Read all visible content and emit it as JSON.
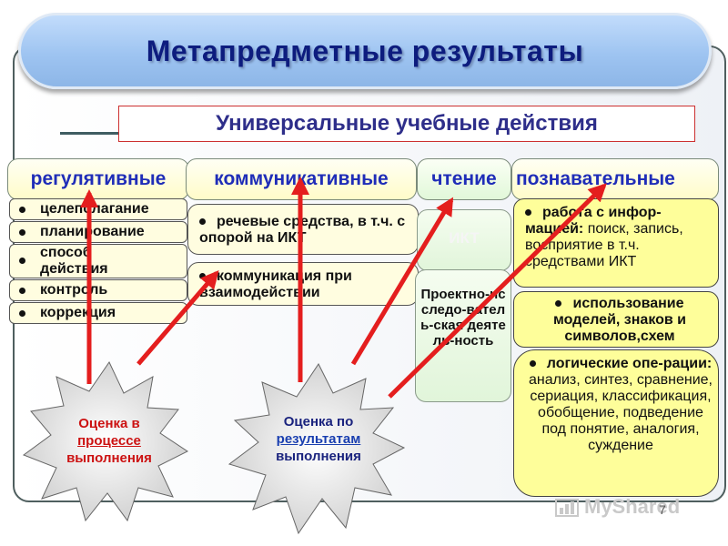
{
  "title": "Метапредметные результаты",
  "subtitle": "Универсальные учебные действия",
  "columns": {
    "regulative": {
      "header": "регулятивные",
      "items": [
        "целеполагание",
        "планирование",
        "способ действия",
        "контроль",
        "коррекция"
      ]
    },
    "communicative": {
      "header": "коммуникативные",
      "items": [
        "речевые средства, в т.ч. с опорой на ИКТ",
        "коммуникация при взаимодействии"
      ]
    },
    "reading": {
      "header": "чтение",
      "ikt": "ИКТ",
      "project": "Проектно-исследо-ватель-ская деятель-ность"
    },
    "cognitive": {
      "header": "познавательные",
      "items": [
        {
          "bold": "работа с инфор-мацией:",
          "rest": " поиск, запись, восприятие в т.ч. средствами ИКТ"
        },
        {
          "bold": "использование моделей, знаков и символов,схем",
          "rest": ""
        },
        {
          "bold": "логические опе-рации:",
          "rest": " анализ, синтез, сравнение, сериация, классификация, обобщение, подведение под понятие, аналогия, суждение"
        }
      ]
    }
  },
  "stars": {
    "process": {
      "line1": "Оценка в",
      "line2": "процессе",
      "line3": "выполнения"
    },
    "results": {
      "line1": "Оценка по",
      "line2": "результатам",
      "line3": "выполнения"
    }
  },
  "watermark": "MyShared",
  "page_number": "7",
  "colors": {
    "arrow": "#e41e1e",
    "title_text": "#0d1c7e",
    "header_text": "#1f2db8",
    "star_fill": "#d9d9d9"
  }
}
